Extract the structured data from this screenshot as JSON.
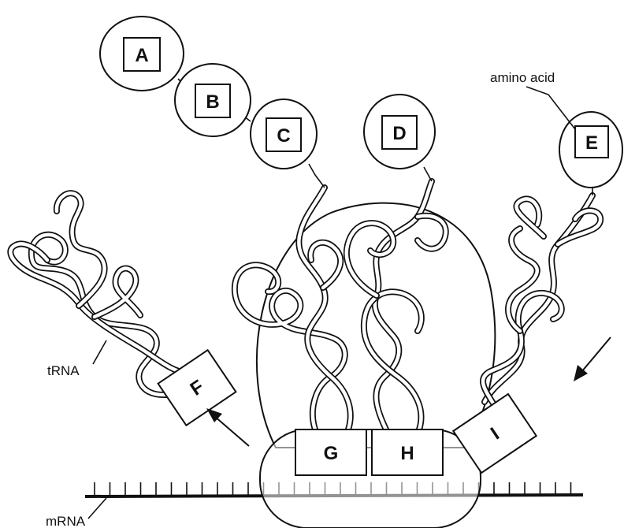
{
  "labels": {
    "amino_acid": "amino acid",
    "trna": "tRNA",
    "mrna": "mRNA"
  },
  "boxes": {
    "A": "A",
    "B": "B",
    "C": "C",
    "D": "D",
    "E": "E",
    "F": "F",
    "G": "G",
    "H": "H",
    "I": "I"
  },
  "colors": {
    "ink": "#111111",
    "background": "#ffffff"
  }
}
